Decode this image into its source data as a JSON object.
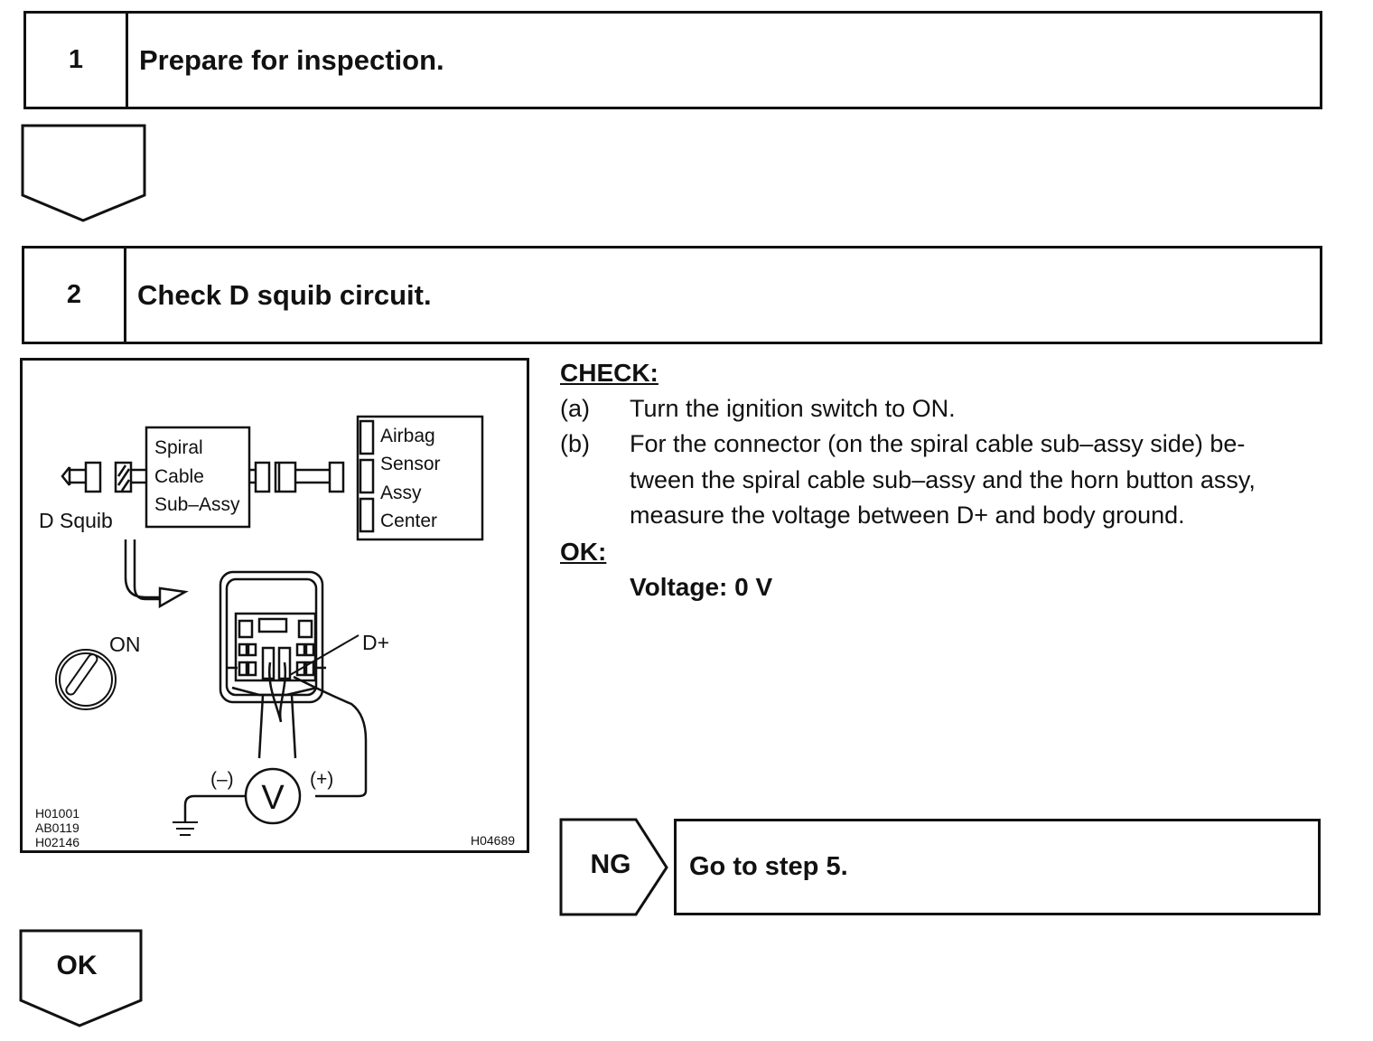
{
  "step1": {
    "number": "1",
    "title": "Prepare for inspection."
  },
  "step2": {
    "number": "2",
    "title": "Check D squib circuit."
  },
  "figure": {
    "d_squib_label": "D Squib",
    "spiral_lines": [
      "Spiral",
      "Cable",
      "Sub–Assy"
    ],
    "airbag_lines": [
      "Airbag",
      "Sensor",
      "Assy",
      "Center"
    ],
    "on_label": "ON",
    "dplus_label": "D+",
    "minus_label": "(–)",
    "plus_label": "(+)",
    "volt_label": "V",
    "codes_left": [
      "H01001",
      "AB0119",
      "H02146"
    ],
    "code_right": "H04689"
  },
  "check": {
    "heading": "CHECK:",
    "items": [
      {
        "label": "(a)",
        "lines": [
          "Turn the ignition switch to ON."
        ]
      },
      {
        "label": "(b)",
        "lines": [
          "For the connector (on the spiral cable sub–assy side) be-",
          "tween the spiral cable sub–assy and the horn button assy,",
          "measure the voltage between D+ and body ground."
        ]
      }
    ],
    "ok_heading": "OK:",
    "ok_value": "Voltage: 0 V"
  },
  "ng": {
    "label": "NG",
    "text": "Go to step 5."
  },
  "ok_arrow": {
    "label": "OK"
  }
}
